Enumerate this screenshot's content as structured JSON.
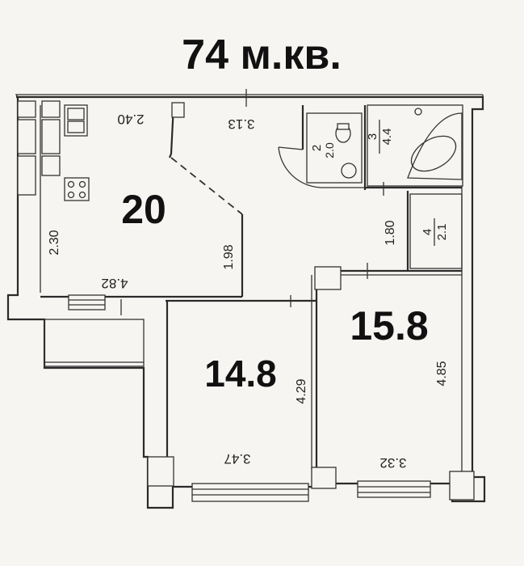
{
  "title": "74 м.кв.",
  "rooms": [
    {
      "id": "kitchen_living",
      "area": "20"
    },
    {
      "id": "bedroom_left",
      "area": "14.8"
    },
    {
      "id": "bedroom_right",
      "area": "15.8"
    }
  ],
  "dimensions": {
    "kitchen_top": "2.40",
    "hall_top": "3.13",
    "kitchen_left": "2.30",
    "kitchen_bottom": "4.82",
    "hall_width": "1.98",
    "corridor": "1.80",
    "bedroom_left_height": "4.29",
    "bedroom_left_width": "3.47",
    "bedroom_right_height": "4.85",
    "bedroom_right_width": "3.32"
  },
  "wc": {
    "number": "2",
    "area": "2.0"
  },
  "bathroom": {
    "number": "3",
    "area": "4.4"
  },
  "storage": {
    "number": "4",
    "area": "2.1"
  }
}
